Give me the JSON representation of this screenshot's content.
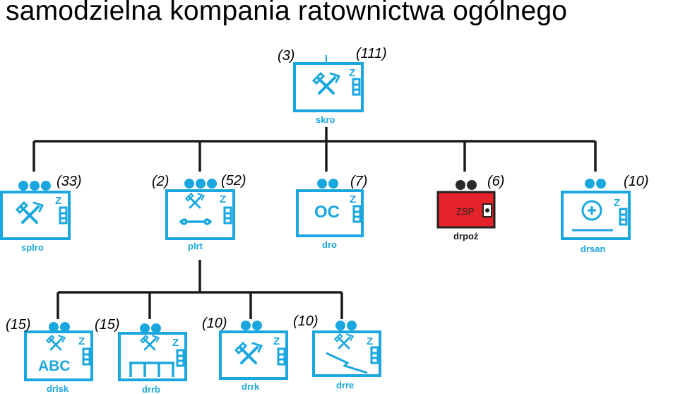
{
  "title": "samodzielna kompania ratownictwa ogólnego",
  "colors": {
    "unit_blue": "#1aa7e0",
    "fire_red": "#e5232a",
    "line": "#1a1a1a",
    "dark_dot": "#2a2a2a"
  },
  "units": [
    {
      "id": "skro",
      "label": "skro",
      "counts": [
        "(3)",
        "(111)"
      ],
      "icon": "crossed-tools-icon",
      "dots": 0
    },
    {
      "id": "splro",
      "label": "splro",
      "counts": [
        "(33)"
      ],
      "icon": "crossed-tools-icon",
      "dots": 3
    },
    {
      "id": "plrt",
      "label": "plrt",
      "counts": [
        "(2)",
        "(52)"
      ],
      "icon": "crossed-tools-wrench-icon",
      "dots": 3
    },
    {
      "id": "dro",
      "label": "dro",
      "counts": [
        "(7)"
      ],
      "icon": "oc-text-icon",
      "icon_text": "OC",
      "dots": 2
    },
    {
      "id": "drpoz",
      "label": "drpoż",
      "counts": [
        "(6)"
      ],
      "icon": "zsp-fire-unit-icon",
      "icon_text": "ZSP",
      "dots": 2
    },
    {
      "id": "drsan",
      "label": "drsan",
      "counts": [
        "(10)"
      ],
      "icon": "medical-cross-icon",
      "dots": 2
    },
    {
      "id": "drlsk",
      "label": "drlsk",
      "counts": [
        "(15)"
      ],
      "icon": "abc-tools-icon",
      "icon_text": "ABC",
      "dots": 2
    },
    {
      "id": "drrb",
      "label": "drrb",
      "counts": [
        "(15)"
      ],
      "icon": "tools-scaffold-icon",
      "dots": 2
    },
    {
      "id": "drrk",
      "label": "drrk",
      "counts": [
        "(10)"
      ],
      "icon": "crossed-tools-icon",
      "dots": 2
    },
    {
      "id": "drre",
      "label": "drre",
      "counts": [
        "(10)"
      ],
      "icon": "tools-lightning-icon",
      "dots": 2
    }
  ],
  "z_mark": "Z"
}
